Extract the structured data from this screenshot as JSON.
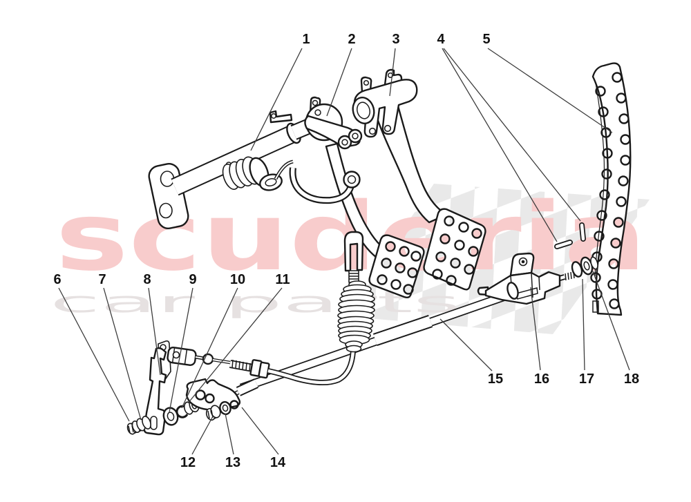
{
  "watermark": {
    "brand": "scuderia",
    "tagline": "car parts",
    "brand_color": "#f8cccc",
    "tagline_color": "#e6e1e1",
    "checker_color": "#e9e9e9"
  },
  "diagram": {
    "background": "#ffffff",
    "line_color": "#1a1a1a",
    "leader_color": "#3c3c3c",
    "subject": "pedal assembly exploded parts diagram"
  },
  "callouts": [
    {
      "label": "1"
    },
    {
      "label": "2"
    },
    {
      "label": "3"
    },
    {
      "label": "4"
    },
    {
      "label": "5"
    },
    {
      "label": "6"
    },
    {
      "label": "7"
    },
    {
      "label": "8"
    },
    {
      "label": "9"
    },
    {
      "label": "10"
    },
    {
      "label": "11"
    },
    {
      "label": "12"
    },
    {
      "label": "13"
    },
    {
      "label": "14"
    },
    {
      "label": "15"
    },
    {
      "label": "16"
    },
    {
      "label": "17"
    },
    {
      "label": "18"
    }
  ]
}
